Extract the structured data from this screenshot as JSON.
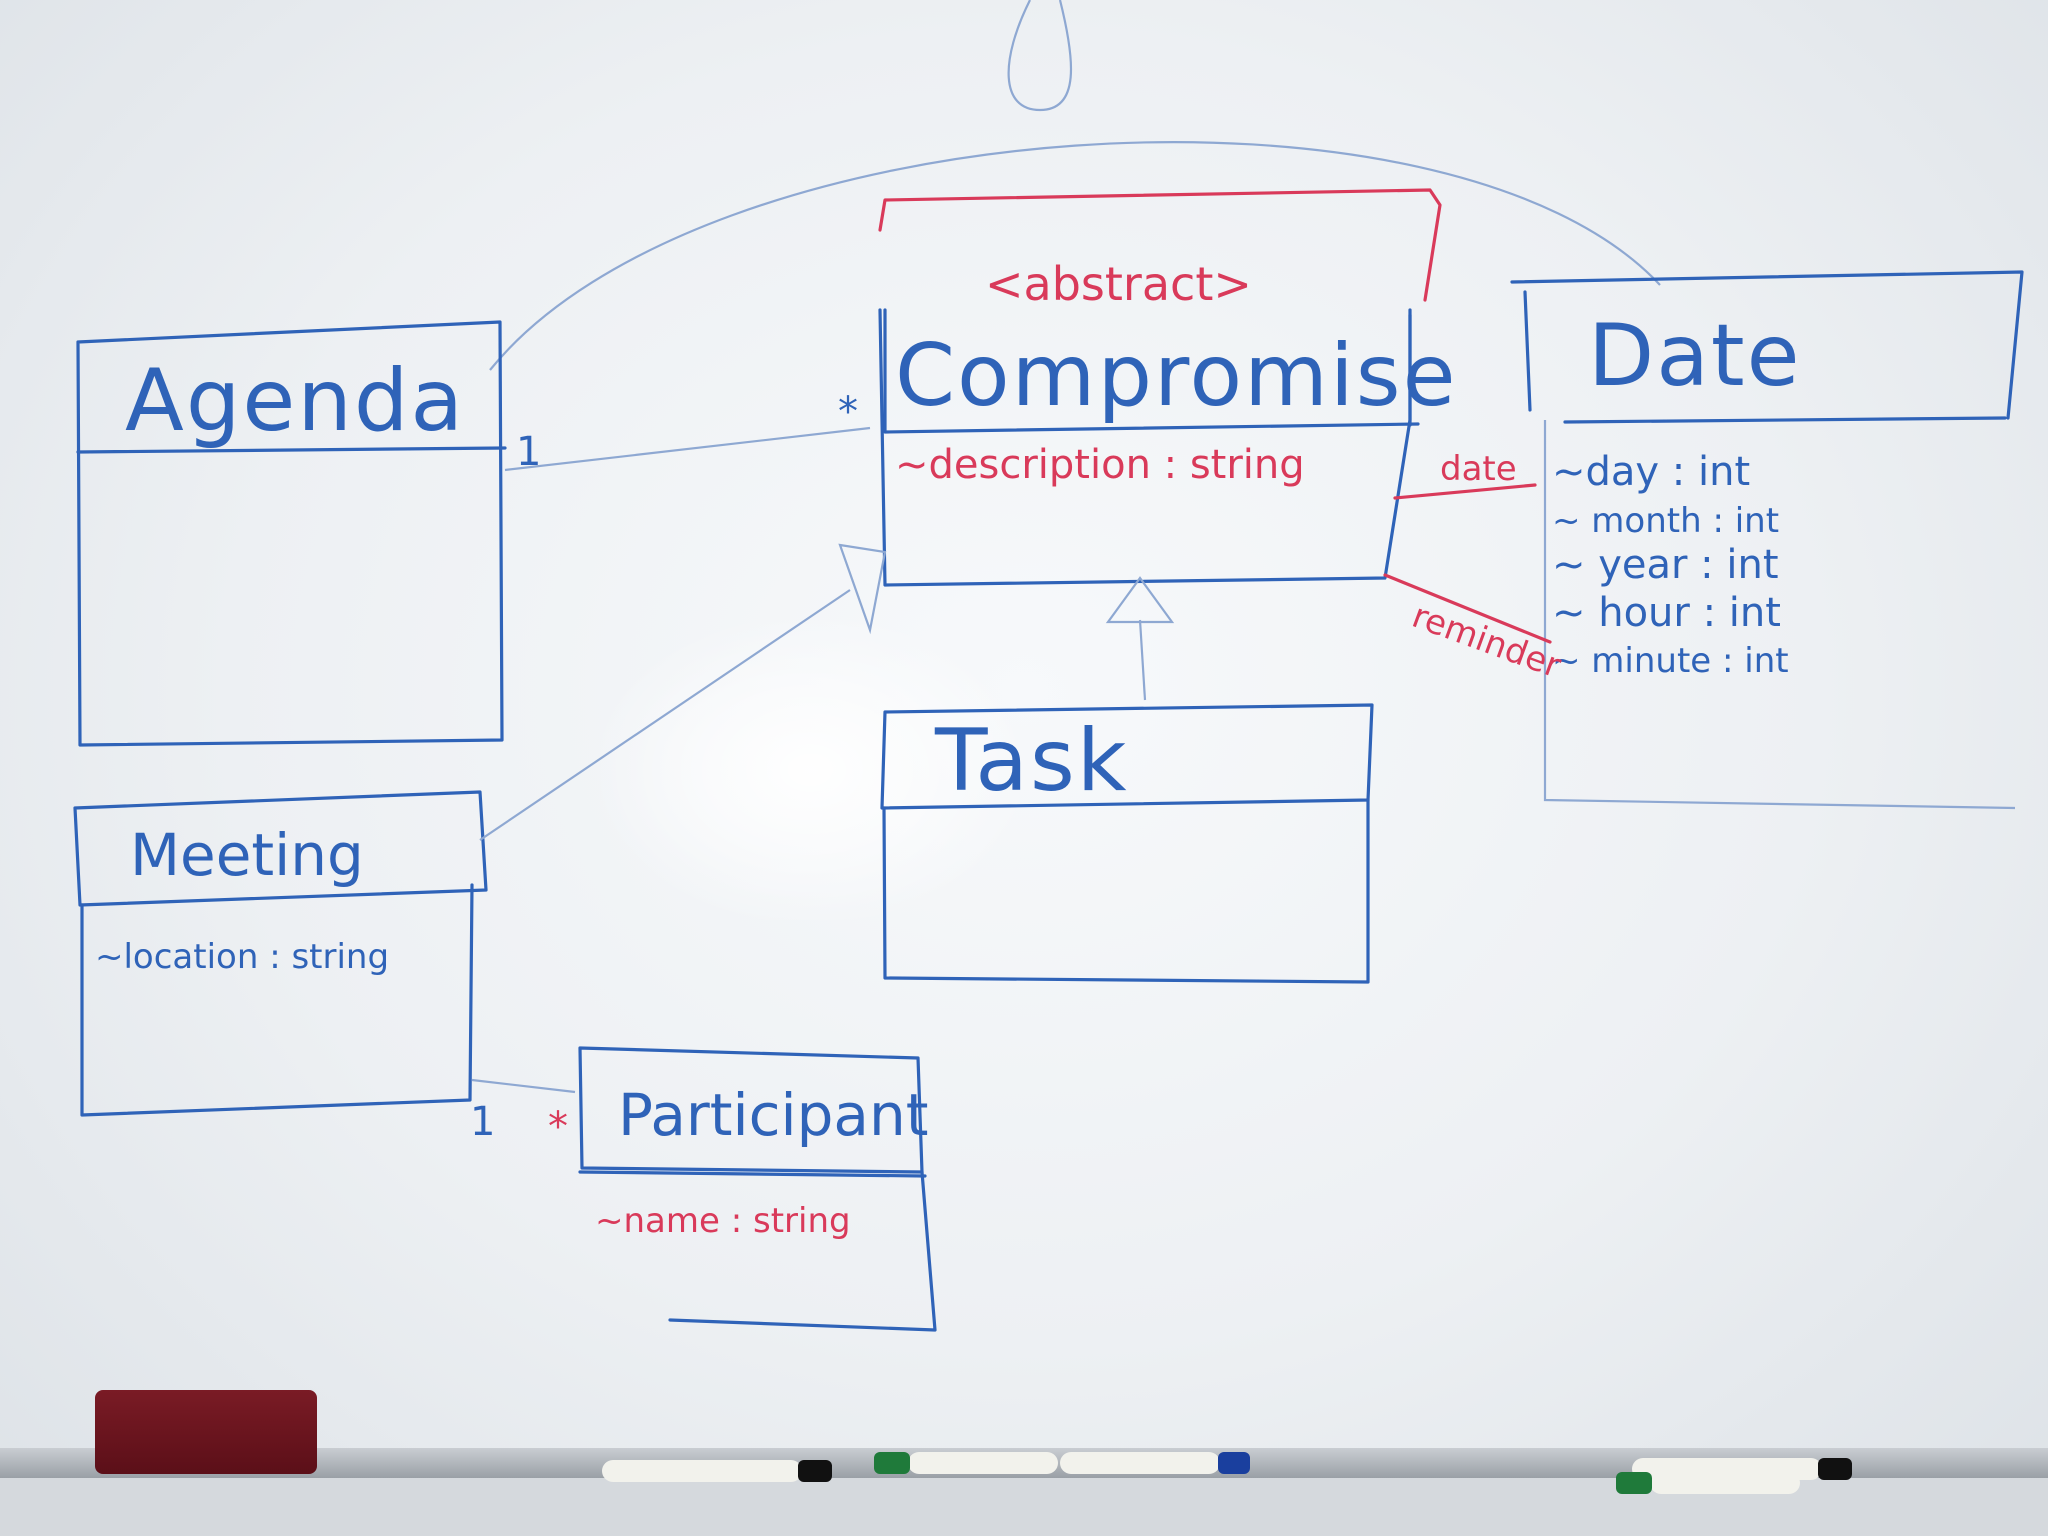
{
  "classes": {
    "compromise": {
      "stereotype": "<abstract>",
      "name": "Compromise",
      "attributes": [
        "~description : string"
      ]
    },
    "agenda": {
      "name": "Agenda"
    },
    "date": {
      "name": "Date",
      "attributes": [
        "~day : int",
        "~ month : int",
        "~ year : int",
        "~ hour : int",
        "~ minute : int"
      ]
    },
    "meeting": {
      "name": "Meeting",
      "attributes": [
        "~location : string"
      ]
    },
    "task": {
      "name": "Task"
    },
    "participant": {
      "name": "Participant",
      "attributes": [
        "~name : string"
      ]
    }
  },
  "associations": {
    "agenda_compromise": {
      "agenda_end": "1",
      "compromise_end": "*"
    },
    "compromise_date_date": {
      "role": "date"
    },
    "compromise_date_reminder": {
      "role": "reminder"
    },
    "meeting_participant": {
      "meeting_end": "1",
      "participant_end": "*"
    }
  },
  "colors": {
    "blue_marker": "#2f63b8",
    "red_marker": "#d93a5a",
    "board": "#f2f4f6"
  }
}
